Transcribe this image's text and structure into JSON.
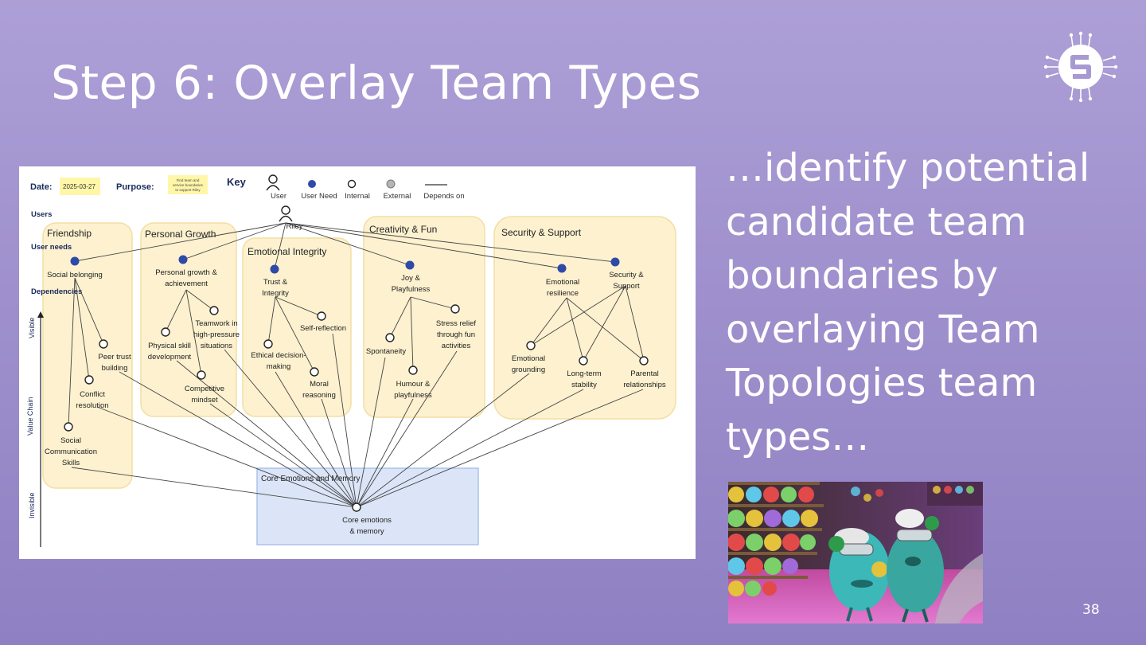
{
  "slide": {
    "title": "Step 6: Overlay Team Types",
    "side_lines": [
      "…identify potential",
      "candidate team",
      "boundaries by",
      "overlaying Team",
      "Topologies team",
      "types…"
    ],
    "page_number": "38"
  },
  "map": {
    "date_label": "Date:",
    "date_value": "2025-03-27",
    "purpose_label": "Purpose:",
    "purpose_lines": [
      "Find team and",
      "service boundaries",
      "to support Riley"
    ],
    "key_label": "Key",
    "key_items": [
      "User",
      "User Need",
      "Internal",
      "External",
      "Depends on"
    ],
    "row_labels": {
      "users": "Users",
      "user_needs": "User needs",
      "dependencies": "Dependencies"
    },
    "axis": {
      "visible": "Visible",
      "value_chain": "Value Chain",
      "invisible": "Invisible"
    },
    "groups": {
      "friendship": "Friendship",
      "personal_growth": "Personal Growth",
      "emotional_integrity": "Emotional Integrity",
      "creativity": "Creativity & Fun",
      "security": "Security & Support",
      "core": "Core Emotions and Memory"
    },
    "user": "Riley",
    "needs": {
      "social_belonging": [
        "Social belonging"
      ],
      "personal_growth": [
        "Personal growth &",
        "achievement"
      ],
      "trust": [
        "Trust &",
        "Integrity"
      ],
      "joy": [
        "Joy &",
        "Playfulness"
      ],
      "emotional_resilience": [
        "Emotional",
        "resilience"
      ],
      "security": [
        "Security &",
        "Support"
      ]
    },
    "components": {
      "peer_trust": [
        "Peer trust",
        "building"
      ],
      "conflict": [
        "Conflict",
        "resolution"
      ],
      "social_comm": [
        "Social",
        "Communication",
        "Skills"
      ],
      "physical_skill": [
        "Physical skill",
        "development"
      ],
      "teamwork": [
        "Teamwork in",
        "high-pressure",
        "situations"
      ],
      "competitive": [
        "Competitive",
        "mindset"
      ],
      "ethical": [
        "Ethical decision-",
        "making"
      ],
      "self_reflection": [
        "Self-reflection"
      ],
      "moral": [
        "Moral",
        "reasoning"
      ],
      "spontaneity": [
        "Spontaneity"
      ],
      "humour": [
        "Humour &",
        "playfulness"
      ],
      "stress_relief": [
        "Stress relief",
        "through fun",
        "activities"
      ],
      "emotional_grounding": [
        "Emotional",
        "grounding"
      ],
      "long_term": [
        "Long-term",
        "stability"
      ],
      "parental": [
        "Parental",
        "relationships"
      ],
      "core_emotions": [
        "Core emotions",
        "& memory"
      ]
    }
  },
  "colors": {
    "group_fill": "#fdf1cf",
    "group_stroke": "#f2dfa3",
    "core_fill": "#dbe5f7",
    "core_stroke": "#a9c4ea",
    "need_dot": "#2f4aa6",
    "date_badge": "#fff6a8"
  }
}
